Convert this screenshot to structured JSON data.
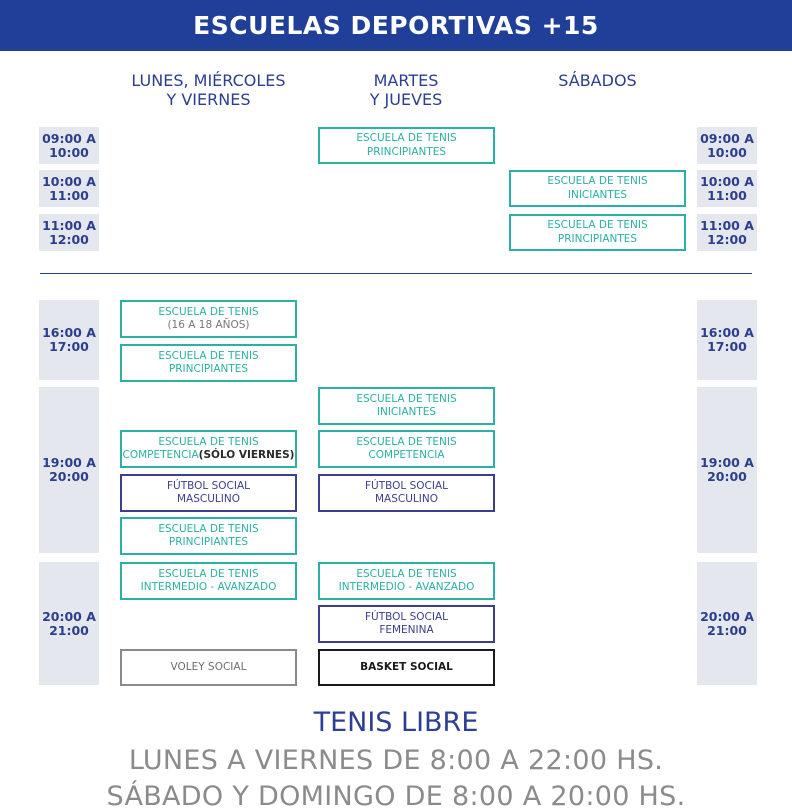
{
  "header": {
    "title": "ESCUELAS DEPORTIVAS +15"
  },
  "columns": {
    "lmv": "LUNES, MIÉRCOLES\nY VIERNES",
    "mj": "MARTES\nY JUEVES",
    "sab": "SÁBADOS"
  },
  "times": {
    "t0900": "09:00 A\n10:00",
    "t1000": "10:00 A\n11:00",
    "t1100": "11:00 A\n12:00",
    "t1600": "16:00 A\n17:00",
    "t1900": "19:00 A\n20:00",
    "t2000": "20:00 A\n21:00"
  },
  "activities": {
    "mj_tenis_principiantes_9": {
      "line1": "ESCUELA DE TENIS",
      "line2": "PRINCIPIANTES"
    },
    "sab_tenis_iniciantes": {
      "line1": "ESCUELA DE TENIS",
      "line2": "INICIANTES"
    },
    "sab_tenis_principiantes": {
      "line1": "ESCUELA DE TENIS",
      "line2": "PRINCIPIANTES"
    },
    "lmv_tenis_16a18": {
      "line1": "ESCUELA DE TENIS",
      "line2": "(16 A 18 AÑOS)"
    },
    "lmv_tenis_principiantes_16": {
      "line1": "ESCUELA DE TENIS",
      "line2": "PRINCIPIANTES"
    },
    "mj_tenis_iniciantes": {
      "line1": "ESCUELA DE TENIS",
      "line2": "INICIANTES"
    },
    "lmv_tenis_competencia": {
      "line1": "ESCUELA DE TENIS",
      "line2": "COMPETENCIA",
      "note": "(SÓLO VIERNES)"
    },
    "mj_tenis_competencia": {
      "line1": "ESCUELA DE TENIS",
      "line2": "COMPETENCIA"
    },
    "lmv_futbol_masculino": {
      "line1": "FÚTBOL SOCIAL",
      "line2": "MASCULINO"
    },
    "mj_futbol_masculino": {
      "line1": "FÚTBOL SOCIAL",
      "line2": "MASCULINO"
    },
    "lmv_tenis_principiantes_19": {
      "line1": "ESCUELA DE TENIS",
      "line2": "PRINCIPIANTES"
    },
    "lmv_tenis_intermedio": {
      "line1": "ESCUELA DE TENIS",
      "line2": "INTERMEDIO - AVANZADO"
    },
    "mj_tenis_intermedio": {
      "line1": "ESCUELA DE TENIS",
      "line2": "INTERMEDIO - AVANZADO"
    },
    "mj_futbol_femenina": {
      "line1": "FÚTBOL SOCIAL",
      "line2": "FEMENINA"
    },
    "lmv_voley": {
      "line1": "VOLEY SOCIAL"
    },
    "mj_basket": {
      "line1": "BASKET SOCIAL"
    }
  },
  "footer": {
    "title": "TENIS LIBRE",
    "line1": "LUNES A VIERNES DE 8:00 A 22:00 HS.",
    "line2": "SÁBADO Y DOMINGO DE 8:00 A 20:00 HS."
  },
  "colors": {
    "header_bg": "#1f3f98",
    "tenis": "#2ab0a4",
    "futbol": "#3d3f8c",
    "time_bg": "#e4e7ed"
  }
}
